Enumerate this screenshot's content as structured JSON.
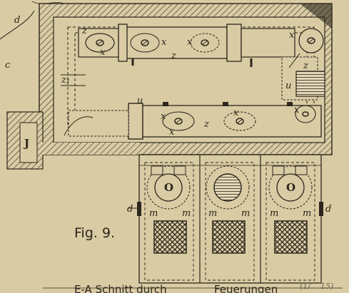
{
  "figure": {
    "label": "Fig. 9.",
    "caption": "E-A Schnitt durch",
    "caption_extra": "Feuerungen",
    "scale": "(1/... 15)",
    "colors": {
      "paper": "#d9cba3",
      "ink": "#2c261c",
      "hatch": "#4a4233"
    }
  },
  "labels": {
    "d": "d",
    "c": "c",
    "z": "z",
    "x": "x",
    "u": "u",
    "J": "J",
    "z1": "z₁",
    "O": "O",
    "m": "m"
  }
}
